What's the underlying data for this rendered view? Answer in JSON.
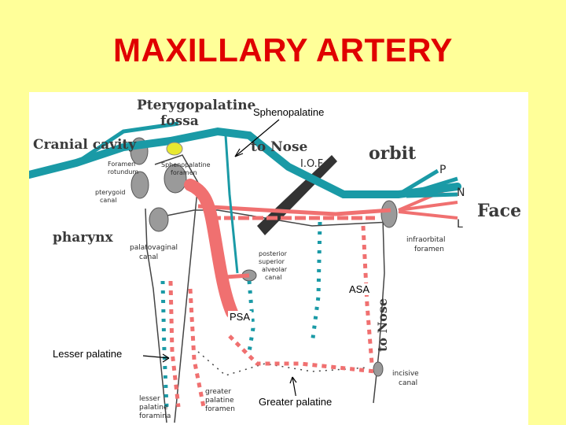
{
  "title": "MAXILLARY ARTERY",
  "diagram": {
    "handwritten": {
      "pterygopalatine_fossa_1": "Pterygopalatine",
      "pterygopalatine_fossa_2": "fossa",
      "cranial_cavity": "Cranial cavity",
      "to_nose_top": "to Nose",
      "iof": "I.O.F",
      "orbit": "orbit",
      "face": "Face",
      "p": "P",
      "n": "N",
      "l": "L",
      "foramen_rotundum_1": "Foramen",
      "foramen_rotundum_2": "rotundum",
      "sphenopalatine_foramen_1": "Sphenopalatine",
      "sphenopalatine_foramen_2": "foramen",
      "pterygoid_canal_1": "pterygoid",
      "pterygoid_canal_2": "canal",
      "pharynx": "pharynx",
      "palatovaginal_1": "palatovaginal",
      "palatovaginal_2": "canal",
      "infraorbital_1": "infraorbital",
      "infraorbital_2": "foramen",
      "psa_canal_1": "posterior",
      "psa_canal_2": "superior",
      "psa_canal_3": "alveolar",
      "psa_canal_4": "canal",
      "to_nose_side": "to Nose",
      "incisive_1": "incisive",
      "incisive_2": "canal",
      "lesser_foramina_1": "lesser",
      "lesser_foramina_2": "palatine",
      "lesser_foramina_3": "foramina",
      "greater_foramen_1": "greater",
      "greater_foramen_2": "palatine",
      "greater_foramen_3": "foramen"
    },
    "labels": {
      "sphenopalatine": "Sphenopalatine",
      "asa": "ASA",
      "psa": "PSA",
      "lesser_palatine": "Lesser palatine",
      "greater_palatine": "Greater palatine"
    },
    "colors": {
      "background": "#ffff99",
      "title": "#e00000",
      "artery_teal": "#1a9aa6",
      "artery_red": "#f07070",
      "bone_grey": "#9a9a9a",
      "bone_dark": "#333333"
    }
  }
}
